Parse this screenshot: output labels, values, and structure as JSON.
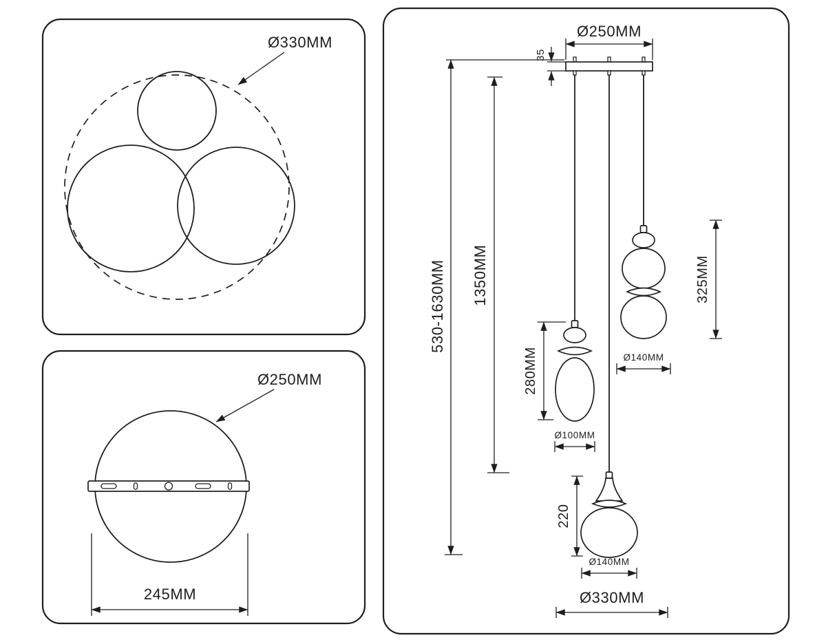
{
  "colors": {
    "line": "#1e1e1e",
    "background": "#ffffff"
  },
  "panel_top_view": {
    "diameter_label": "Ø330MM"
  },
  "panel_canopy_view": {
    "diameter_label": "Ø250MM",
    "mounting_width_label": "245MM"
  },
  "panel_front_view": {
    "canopy_diameter_label": "Ø250MM",
    "canopy_height_label": "35",
    "overall_height_label": "530-1630MM",
    "drop_height_label": "1350MM",
    "left_lamp_height_label": "280MM",
    "left_lamp_diameter_label": "Ø100MM",
    "right_lamp_height_label": "325MM",
    "right_lamp_diameter_label": "Ø140MM",
    "bottom_lamp_height_label": "220",
    "bottom_lamp_diameter_label": "Ø140MM",
    "overall_diameter_label": "Ø330MM"
  }
}
